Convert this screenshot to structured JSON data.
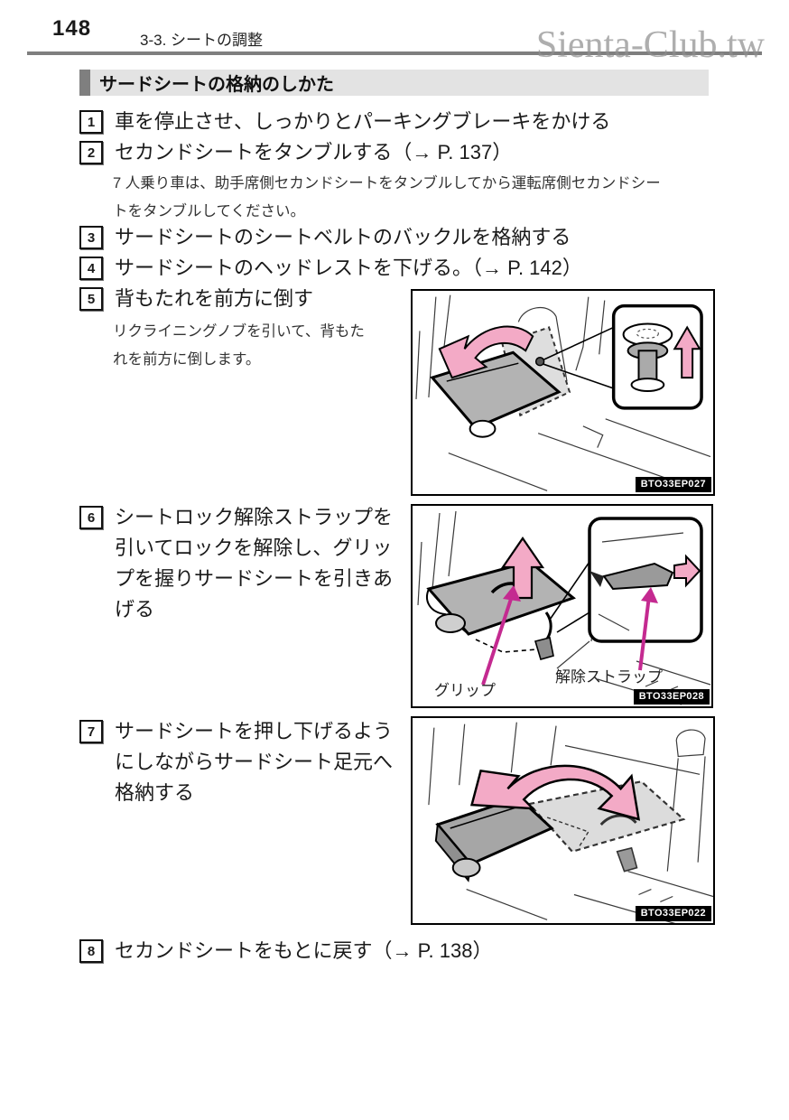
{
  "page": {
    "number": "148",
    "section": "3-3. シートの調整",
    "watermark": "Sienta-Club.tw"
  },
  "heading": {
    "title": "サードシートの格納のしかた"
  },
  "steps": [
    {
      "num": "1",
      "text": "車を停止させ、しっかりとパーキングブレーキをかける"
    },
    {
      "num": "2",
      "text": "セカンドシートをタンブルする（→ P. 137）",
      "note": "7 人乗り車は、助手席側セカンドシートをタンブルしてから運転席側セカンドシートをタンブルしてください。"
    },
    {
      "num": "3",
      "text": "サードシートのシートベルトのバックルを格納する"
    },
    {
      "num": "4",
      "text": "サードシートのヘッドレストを下げる。（→ P. 142）"
    },
    {
      "num": "5",
      "text": "背もたれを前方に倒す",
      "note": "リクライニングノブを引いて、背もたれを前方に倒します。"
    },
    {
      "num": "6",
      "text": "シートロック解除ストラップを引いてロックを解除し、グリップを握りサードシートを引きあげる"
    },
    {
      "num": "7",
      "text": "サードシートを押し下げるようにしながらサードシート足元へ格納する"
    },
    {
      "num": "8",
      "text": "セカンドシートをもとに戻す（→ P. 138）"
    }
  ],
  "figures": [
    {
      "code": "BTO33EP027"
    },
    {
      "code": "BTO33EP028",
      "label_grip": "グリップ",
      "label_strap": "解除ストラップ"
    },
    {
      "code": "BTO33EP022"
    }
  ],
  "colors": {
    "arrow_pink": "#f3aac6",
    "pointer_magenta": "#c42a90",
    "seat_gray": "#b3b3b3",
    "seat_light": "#dedede",
    "heading_bg": "#e3e3e3",
    "heading_accent": "#7f7f7f",
    "caption_bg": "#000000"
  }
}
